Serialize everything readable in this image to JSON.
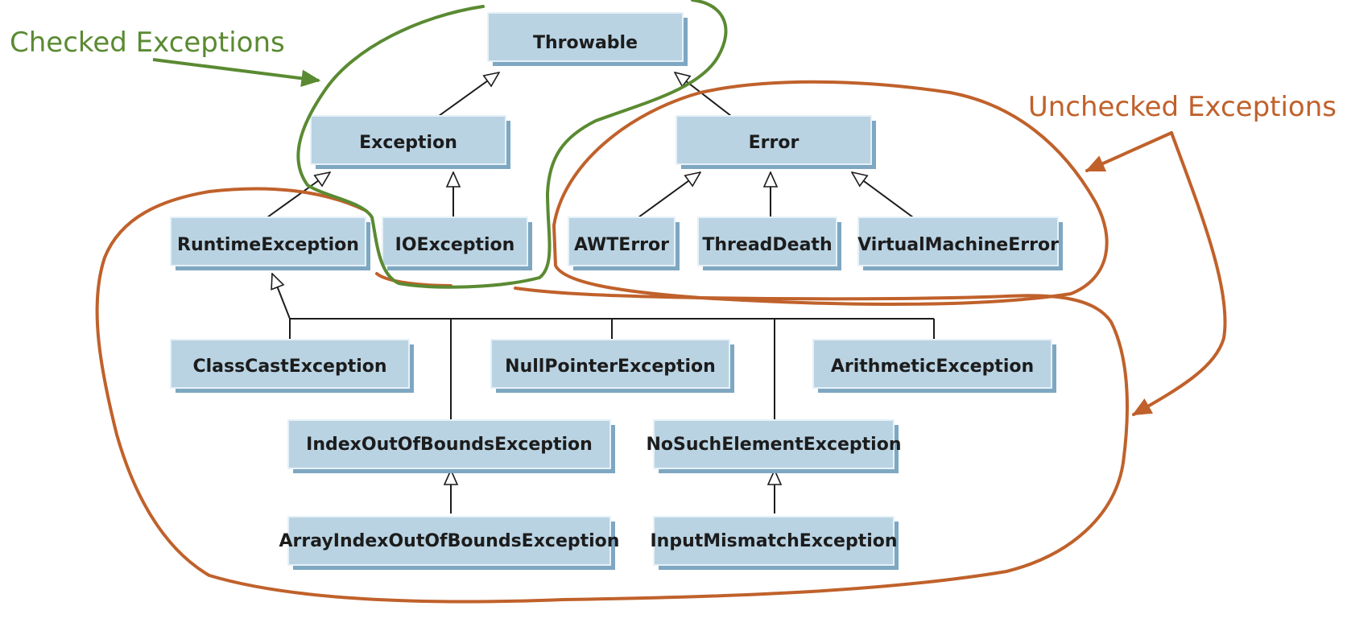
{
  "colors": {
    "checked": "#5a8a32",
    "unchecked": "#c0612b",
    "box_fill": "#b9d3e3",
    "box_shadow": "#7ea7c2",
    "box_highlight": "#e6f1f8",
    "line": "#1c1c1c"
  },
  "annotations": {
    "checked_label": "Checked Exceptions",
    "unchecked_label": "Unchecked Exceptions"
  },
  "nodes": {
    "throwable": "Throwable",
    "exception": "Exception",
    "error": "Error",
    "runtime_exception": "RuntimeException",
    "io_exception": "IOException",
    "awt_error": "AWTError",
    "thread_death": "ThreadDeath",
    "virtual_machine_error": "VirtualMachineError",
    "class_cast_exception": "ClassCastException",
    "null_pointer_exception": "NullPointerException",
    "arithmetic_exception": "ArithmeticException",
    "index_out_of_bounds_exception": "IndexOutOfBoundsException",
    "no_such_element_exception": "NoSuchElementException",
    "array_index_out_of_bounds_exception": "ArrayIndexOutOfBoundsException",
    "input_mismatch_exception": "InputMismatchException"
  }
}
